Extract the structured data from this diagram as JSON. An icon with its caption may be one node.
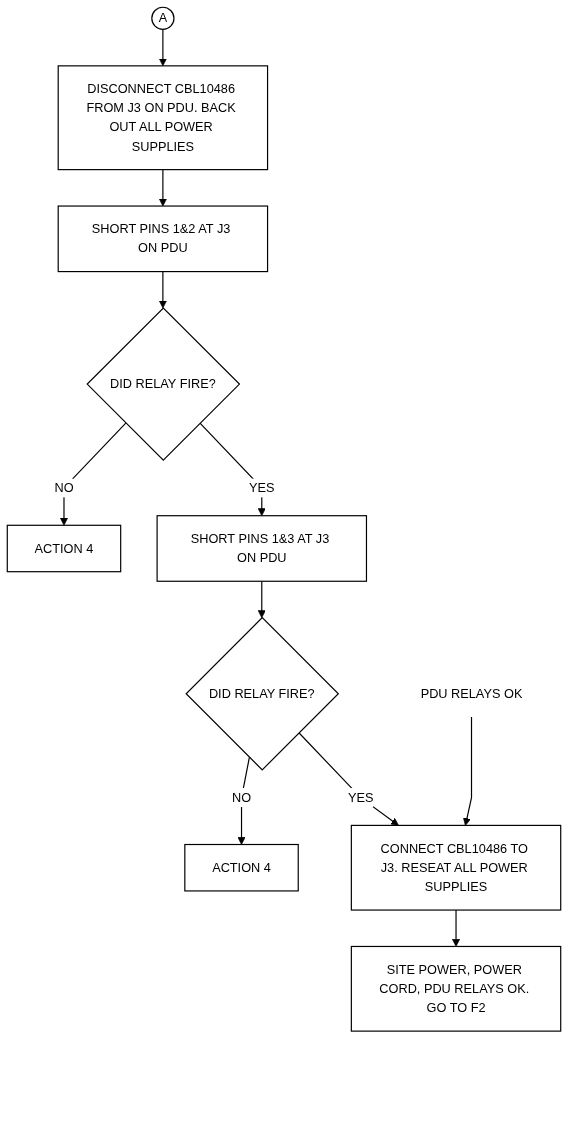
{
  "diagram": {
    "nodes": [
      {
        "text": [
          "A"
        ]
      },
      {
        "text": [
          "DISCONNECT CBL10486 FROM J3 ON PDU. BACK OUT ALL POWER SUPPLIES"
        ]
      },
      {
        "text": [
          "SHORT PINS 1&2 AT J3 ON PDU"
        ]
      },
      {
        "text": [
          "DID RELAY FIRE?"
        ]
      },
      {
        "text": [
          "ACTION 4"
        ]
      },
      {
        "text": [
          "SHORT PINS 1&3 AT J3 ON PDU"
        ]
      },
      {
        "text": [
          "DID RELAY FIRE?"
        ]
      },
      {
        "text": [
          "ACTION 4"
        ]
      },
      {
        "text": [
          "PDU RELAYS OK"
        ]
      },
      {
        "text": [
          "CONNECT CBL10486 TO J3. RESEAT ALL POWER SUPPLIES"
        ]
      },
      {
        "text": [
          "SITE POWER, POWER CORD, PDU RELAYS OK. GO TO F2"
        ]
      }
    ],
    "edges": [
      {
        "from": 0,
        "to": 1,
        "arrow": "to"
      },
      {
        "from": 1,
        "to": 2,
        "arrow": "to"
      },
      {
        "from": 2,
        "to": 3,
        "arrow": "to"
      },
      {
        "from": 3,
        "to": 4,
        "arrow": "to",
        "label": "NO"
      },
      {
        "from": 3,
        "to": 5,
        "arrow": "to",
        "label": "YES"
      },
      {
        "from": 5,
        "to": 6,
        "arrow": "to"
      },
      {
        "from": 6,
        "to": 7,
        "arrow": "to",
        "label": "NO"
      },
      {
        "from": 6,
        "to": 9,
        "arrow": "to",
        "label": "YES"
      },
      {
        "from": 8,
        "to": 9,
        "arrow": "to"
      },
      {
        "from": 9,
        "to": 10,
        "arrow": "to"
      }
    ]
  }
}
